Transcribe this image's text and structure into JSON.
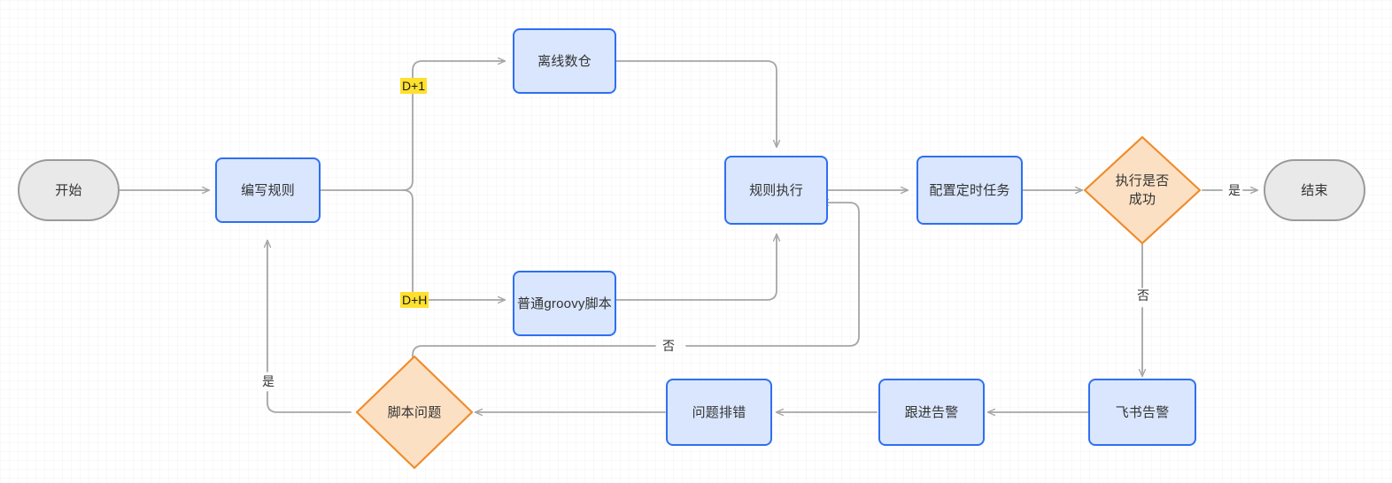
{
  "diagram": {
    "title": "rule-execution-flowchart",
    "colors": {
      "process_fill": "#d9e6fd",
      "process_stroke": "#2f6ff0",
      "terminal_fill": "#e9e9e9",
      "terminal_stroke": "#9a9a9a",
      "decision_fill": "#fce0c4",
      "decision_stroke": "#ef8c2b",
      "edge_stroke": "#a6a6a6",
      "highlight_bg": "#ffe02e",
      "text": "#333333",
      "canvas_bg": "#ffffff"
    },
    "nodes": [
      {
        "id": "start",
        "label": "开始",
        "shape": "terminal"
      },
      {
        "id": "write",
        "label": "编写规则",
        "shape": "process"
      },
      {
        "id": "offline",
        "label": "离线数仓",
        "shape": "process"
      },
      {
        "id": "groovy",
        "label": "普通groovy脚本",
        "shape": "process"
      },
      {
        "id": "exec",
        "label": "规则执行",
        "shape": "process"
      },
      {
        "id": "schedule",
        "label": "配置定时任务",
        "shape": "process"
      },
      {
        "id": "success",
        "label": "执行是否\n成功",
        "shape": "decision"
      },
      {
        "id": "end",
        "label": "结束",
        "shape": "terminal"
      },
      {
        "id": "feishu",
        "label": "飞书告警",
        "shape": "process"
      },
      {
        "id": "follow",
        "label": "跟进告警",
        "shape": "process"
      },
      {
        "id": "debug",
        "label": "问题排错",
        "shape": "process"
      },
      {
        "id": "script",
        "label": "脚本问题",
        "shape": "decision"
      }
    ],
    "edge_labels": [
      {
        "id": "d1",
        "text": "D+1",
        "style": "highlight"
      },
      {
        "id": "dh",
        "text": "D+H",
        "style": "highlight"
      },
      {
        "id": "yes_top",
        "text": "是",
        "style": "plain"
      },
      {
        "id": "no_right",
        "text": "否",
        "style": "plain"
      },
      {
        "id": "no_mid",
        "text": "否",
        "style": "plain"
      },
      {
        "id": "yes_left",
        "text": "是",
        "style": "plain"
      }
    ]
  }
}
